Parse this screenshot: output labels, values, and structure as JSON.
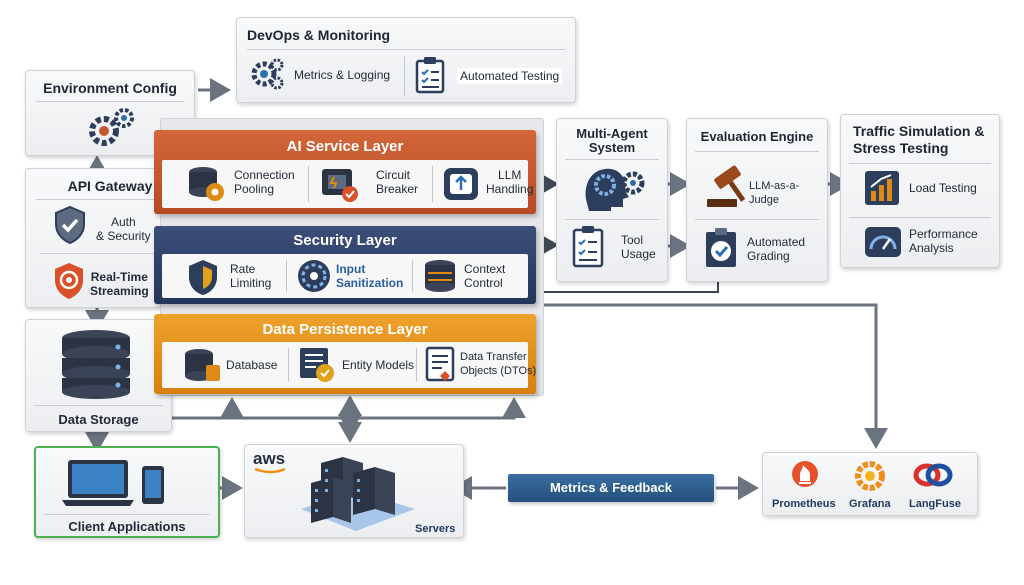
{
  "devops": {
    "title": "DevOps & Monitoring",
    "metrics_label": "Metrics & Logging",
    "testing_label": "Automated Testing"
  },
  "env_config": {
    "title": "Environment Config"
  },
  "api_gateway": {
    "title": "API Gateway",
    "auth_label": "Auth\n& Security",
    "streaming_label": "Real-Time\nStreaming"
  },
  "data_storage": {
    "label": "Data Storage"
  },
  "ai_layer": {
    "title": "AI Service Layer",
    "items": [
      "Connection\nPooling",
      "Circuit\nBreaker",
      "LLM\nHandling"
    ]
  },
  "security_layer": {
    "title": "Security Layer",
    "items": [
      "Rate\nLimiting",
      "Input\nSanitization",
      "Context\nControl"
    ]
  },
  "data_layer": {
    "title": "Data Persistence Layer",
    "items": [
      "Database",
      "Entity Models",
      "Data Transfer\nObjects (DTOs)"
    ]
  },
  "multi_agent": {
    "title": "Multi-Agent\nSystem",
    "tool_label": "Tool\nUsage"
  },
  "evaluation": {
    "title": "Evaluation Engine",
    "judge_label": "LLM-as-a-Judge",
    "grading_label": "Automated\nGrading"
  },
  "traffic": {
    "title": "Traffic Simulation &\nStress Testing",
    "load_label": "Load Testing",
    "perf_label": "Performance\nAnalysis"
  },
  "client": {
    "label": "Client Applications"
  },
  "aws": {
    "logo": "aws",
    "servers_label": "Servers"
  },
  "feedback": {
    "label": "Metrics & Feedback"
  },
  "monitoring_tools": {
    "items": [
      "Prometheus",
      "Grafana",
      "LangFuse"
    ]
  },
  "colors": {
    "ai_layer": "#c4572d",
    "security_layer": "#2d3f66",
    "data_layer": "#e08a16",
    "client_border": "#4caf50",
    "feedback": "#2f5d8e",
    "accent_blue": "#2a6fb1"
  }
}
